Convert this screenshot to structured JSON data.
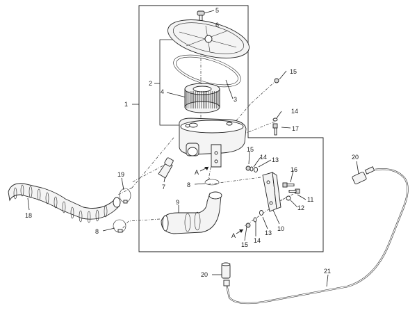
{
  "diagram": {
    "callouts": [
      {
        "id": "c1",
        "text": "1"
      },
      {
        "id": "c2",
        "text": "2"
      },
      {
        "id": "c3",
        "text": "3"
      },
      {
        "id": "c4",
        "text": "4"
      },
      {
        "id": "c5",
        "text": "5"
      },
      {
        "id": "c6",
        "text": "6"
      },
      {
        "id": "c7",
        "text": "7"
      },
      {
        "id": "c8a",
        "text": "8"
      },
      {
        "id": "c8b",
        "text": "8"
      },
      {
        "id": "c9",
        "text": "9"
      },
      {
        "id": "c10",
        "text": "10"
      },
      {
        "id": "c11",
        "text": "11"
      },
      {
        "id": "c12",
        "text": "12"
      },
      {
        "id": "c13a",
        "text": "13"
      },
      {
        "id": "c13b",
        "text": "13"
      },
      {
        "id": "c14a",
        "text": "14"
      },
      {
        "id": "c14b",
        "text": "14"
      },
      {
        "id": "c14c",
        "text": "14"
      },
      {
        "id": "c15a",
        "text": "15"
      },
      {
        "id": "c15b",
        "text": "15"
      },
      {
        "id": "c15c",
        "text": "15"
      },
      {
        "id": "c16",
        "text": "16"
      },
      {
        "id": "c17",
        "text": "17"
      },
      {
        "id": "c18",
        "text": "18"
      },
      {
        "id": "c19",
        "text": "19"
      },
      {
        "id": "c20a",
        "text": "20"
      },
      {
        "id": "c20b",
        "text": "20"
      },
      {
        "id": "c21",
        "text": "21"
      },
      {
        "id": "cA1",
        "text": "A"
      },
      {
        "id": "cA2",
        "text": "A"
      }
    ]
  }
}
